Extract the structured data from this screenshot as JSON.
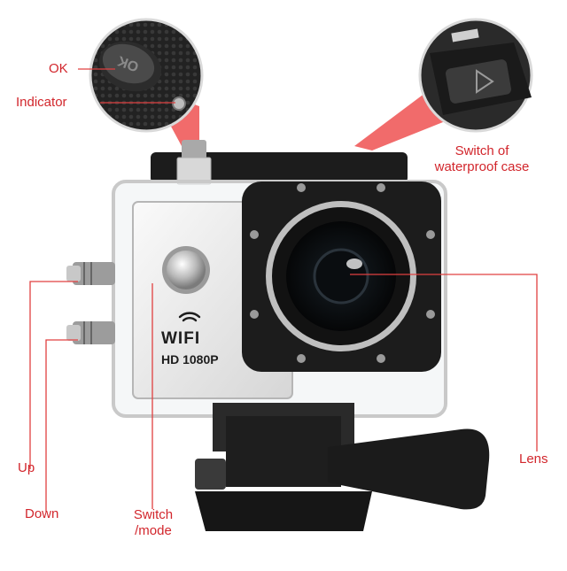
{
  "callouts": {
    "ok": "OK",
    "indicator": "Indicator",
    "switch_case_line1": "Switch of",
    "switch_case_line2": "waterproof case",
    "lens": "Lens",
    "up": "Up",
    "down": "Down",
    "switch_mode_line1": "Switch",
    "switch_mode_line2": "/mode"
  },
  "camera_markings": {
    "wifi": "WIFI",
    "resolution": "HD 1080P",
    "button_text": "OK"
  },
  "colors": {
    "callout_text": "#d2262c",
    "leader_line": "#e04040",
    "zoom_fill": "#ef5b5b",
    "camera_body": "#e9e9e9",
    "housing_black": "#1c1c1c"
  }
}
